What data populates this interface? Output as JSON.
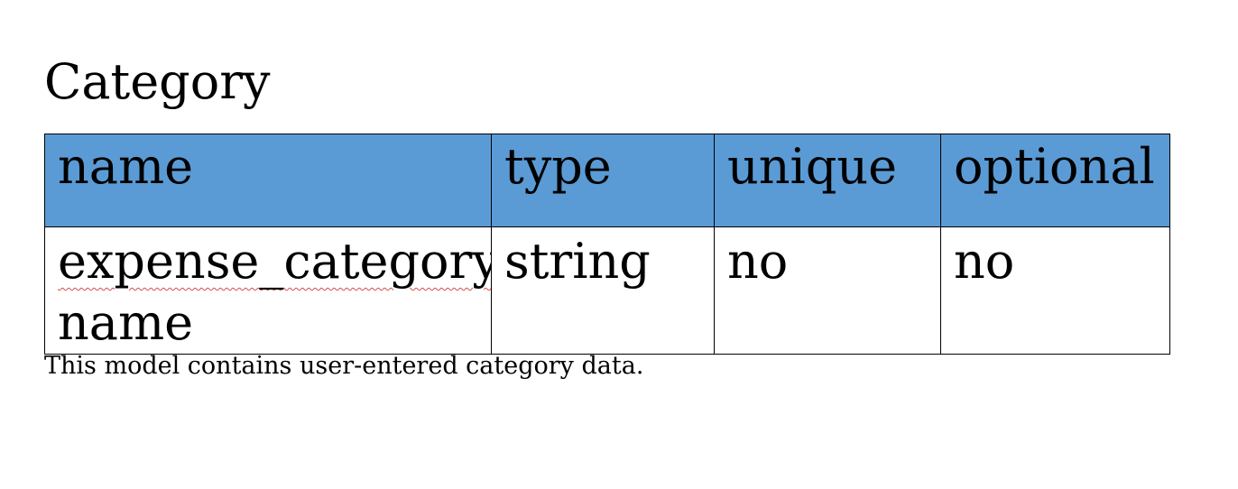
{
  "document": {
    "title": "Category",
    "table": {
      "headers": {
        "name": "name",
        "type": "type",
        "unique": "unique",
        "optional": "optional"
      },
      "rows": [
        {
          "name_line1": "expense_category",
          "name_line2": "name",
          "type": "string",
          "unique": "no",
          "optional": "no"
        }
      ]
    },
    "description": "This model contains user-entered category data."
  },
  "colors": {
    "header_background": "#5b9bd5",
    "spellcheck_underline": "#d24d4d",
    "border": "#000000"
  }
}
